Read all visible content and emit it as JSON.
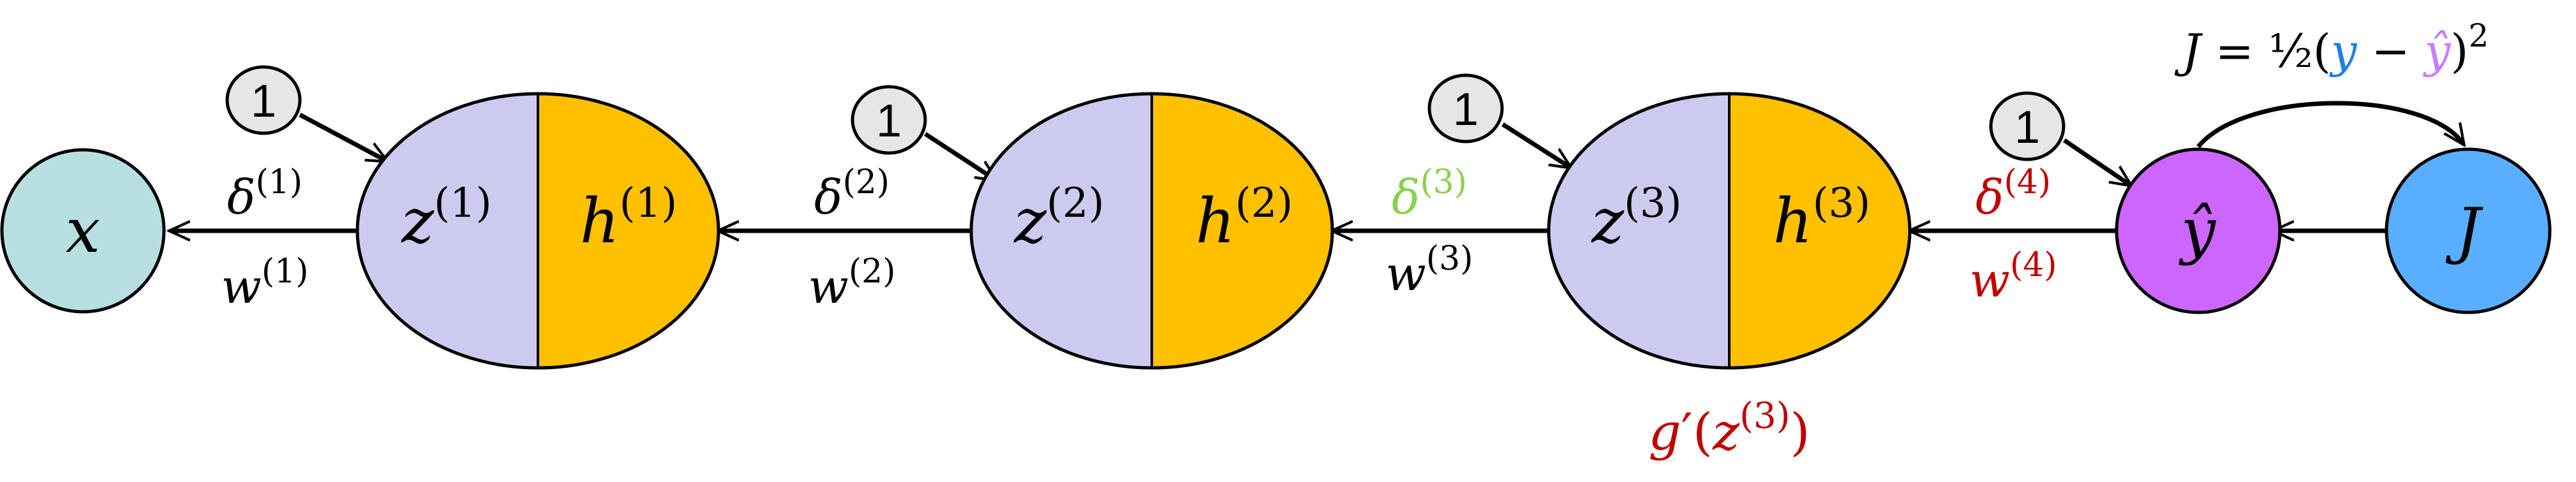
{
  "colors": {
    "x_node": "#b7dfe0",
    "z_half": "#cccbef",
    "h_half": "#ffc000",
    "yhat_node": "#cc66ff",
    "j_node": "#5aaeff",
    "bias_node": "#e6e6e6",
    "stroke": "#000000",
    "red": "#c00000",
    "green": "#8ccf4d",
    "blue": "#1f7fe0",
    "purple": "#c77dff"
  },
  "nodes": {
    "x": {
      "label": "x"
    },
    "layer1": {
      "z_base": "z",
      "z_sup": "(1)",
      "h_base": "h",
      "h_sup": "(1)"
    },
    "layer2": {
      "z_base": "z",
      "z_sup": "(2)",
      "h_base": "h",
      "h_sup": "(2)"
    },
    "layer3": {
      "z_base": "z",
      "z_sup": "(3)",
      "h_base": "h",
      "h_sup": "(3)"
    },
    "yhat": {
      "label": "ŷ"
    },
    "J": {
      "label": "J"
    }
  },
  "bias": {
    "label": "1"
  },
  "edges": {
    "e1": {
      "delta_base": "δ",
      "delta_sup": "(1)",
      "w_base": "w",
      "w_sup": "(1)"
    },
    "e2": {
      "delta_base": "δ",
      "delta_sup": "(2)",
      "w_base": "w",
      "w_sup": "(2)"
    },
    "e3": {
      "delta_base": "δ",
      "delta_sup": "(3)",
      "w_base": "w",
      "w_sup": "(3)"
    },
    "e4": {
      "delta_base": "δ",
      "delta_sup": "(4)",
      "w_base": "w",
      "w_sup": "(4)"
    }
  },
  "derivative": {
    "g": "g",
    "prime": "′",
    "open": "(",
    "z": "z",
    "sup": "(3)",
    "close": ")"
  },
  "loss": {
    "J": "J",
    "eq": " = ",
    "half": "½",
    "open": "(",
    "y": "y",
    "minus": " − ",
    "yhat": "ŷ",
    "close": ")",
    "power": "2"
  }
}
